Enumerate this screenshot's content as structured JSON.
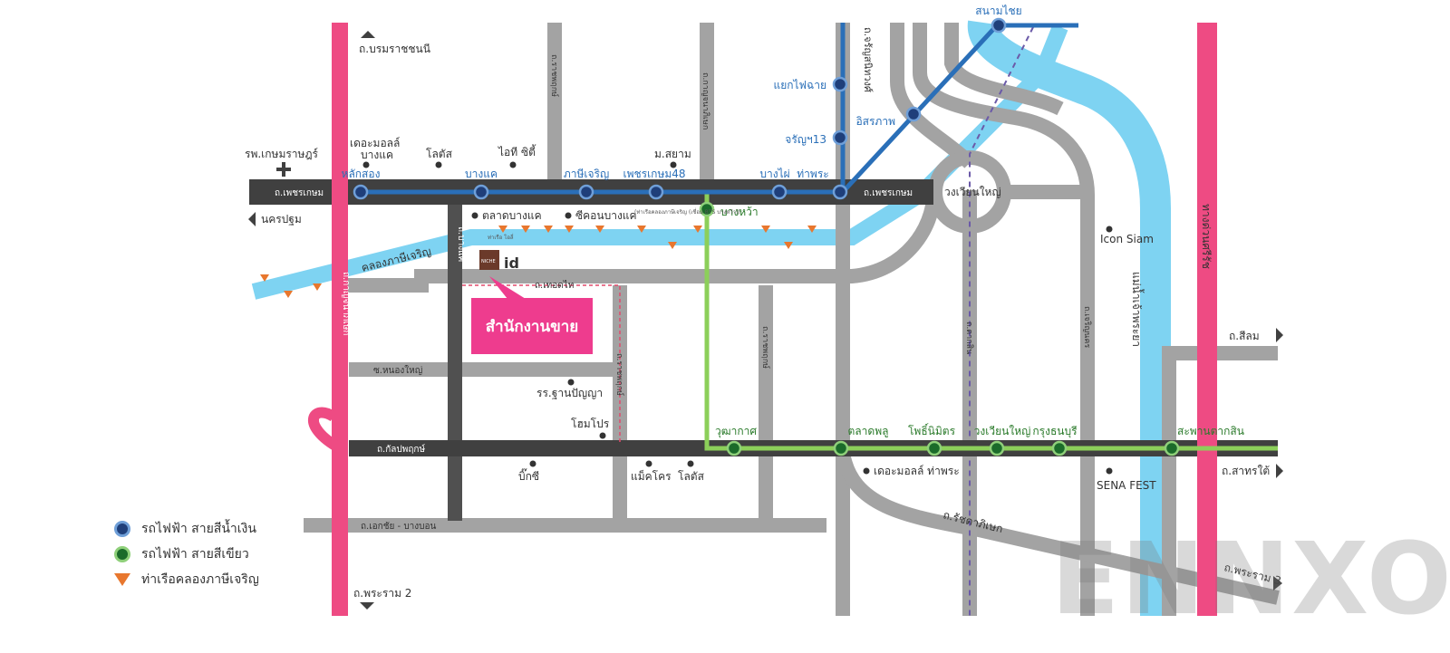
{
  "colors": {
    "road": "#a3a3a3",
    "main_road": "#404040",
    "canal": "#7ed3f2",
    "pink": "#ee4b83",
    "blue_line": "#2a6fb8",
    "green_line": "#8ccf5a",
    "boat": "#e8772e",
    "sales_box": "#ee3c8e"
  },
  "labels": {
    "rama5": "ถ.บรมราชชนนี",
    "kasemrad": "รพ.เกษมราษฎร์",
    "nakhon_pathom": "นครปฐม",
    "phetkasem_w": "ถ.เพชรเกษม",
    "phetkasem_e": "ถ.เพชรเกษม",
    "mall_bangkhae_1": "เดอะมอลล์",
    "mall_bangkhae_2": "บางแค",
    "lotus": "โลตัส",
    "it_city": "ไอที ซิตี้",
    "siam_u": "ม.สยาม",
    "bangkhae_market": "ตลาดบางแค",
    "seacon": "ซีคอนบางแค",
    "canal_name": "คลองภาษีเจริญ",
    "bangkhae_rd": "ถ.บางแค",
    "kanchana": "ถ.กาญจนาภิเษก",
    "ratchaphruek_n": "ถ.ราชพฤกษ์",
    "charan_rd": "ถ.จรัญสนิทวงศ์",
    "ratchaphruek_s": "ถ.ราชพฤกษ์",
    "thoet_thai": "ถ.เทอดไท",
    "nong_yai": "ซ.หนองใหญ่",
    "school": "รร.ฐานปัญญา",
    "homepro": "โฮมโปร",
    "kanlapaphruek": "ถ.กัลปพฤกษ์",
    "bigc": "บิ๊กซี",
    "makro": "แม็คโคร",
    "lotus2": "โลตัส",
    "ekkachai": "ถ.เอกชัย - บางบอน",
    "rama2": "ถ.พระราม 2",
    "wongwian_yai_circle": "วงเวียนใหญ่",
    "icon_siam": "Icon Siam",
    "chao_phraya": "แม่น้ำเจ้าพระยา",
    "tak_sin_rd": "ถ.ตากสิน",
    "charoen_nakhon": "ถ.เจริญนคร",
    "express": "ทางด่วนศรีรัช",
    "silom": "ถ.สีลม",
    "sathorn": "ถ.สาทรใต้",
    "mall_thapra": "เดอะมอลล์ ท่าพระ",
    "sena_fest": "SENA FEST",
    "ratchadaphisek": "ถ.รัชดาภิเษก",
    "rama3": "ถ.พระราม 3",
    "sales_office": "สำนักงานขาย",
    "niche_id": "id",
    "niche_logo": "NICHE",
    "pier_bangkhae": "ท่าเรือ โอลี่",
    "pier_note": "(ท่าเรือคลองภาษีเจริญ (เชื่อม BTS บางหว้า))"
  },
  "blue_stations": [
    "หลักสอง",
    "บางแค",
    "ภาษีเจริญ",
    "เพชรเกษม48",
    "บางไผ่",
    "ท่าพระ",
    "จรัญฯ13",
    "แยกไฟฉาย",
    "อิสรภาพ",
    "สนามไชย"
  ],
  "green_stations": [
    "บางหว้า",
    "วุฒากาศ",
    "ตลาดพลู",
    "โพธิ์นิมิตร",
    "วงเวียนใหญ่",
    "กรุงธนบุรี",
    "สะพานตากสิน"
  ],
  "legend": [
    "รถไฟฟ้า สายสีน้ำเงิน",
    "รถไฟฟ้า สายสีเขียว",
    "ท่าเรือคลองภาษีเจริญ"
  ],
  "watermark": "ENNXO"
}
